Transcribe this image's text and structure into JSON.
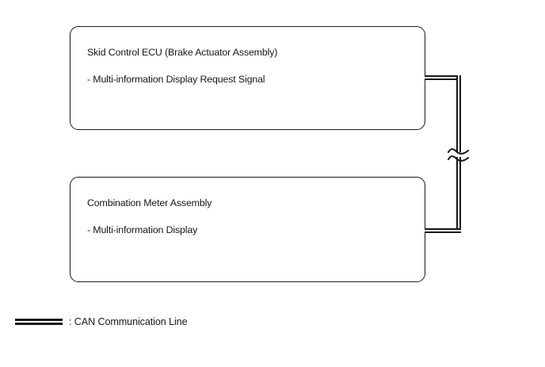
{
  "diagram": {
    "boxes": [
      {
        "id": "skid-control-ecu",
        "title": "Skid Control ECU (Brake Actuator Assembly)",
        "subtitle": "- Multi-information Display Request Signal"
      },
      {
        "id": "combination-meter",
        "title": "Combination Meter Assembly",
        "subtitle": "- Multi-information Display"
      }
    ],
    "connection": {
      "type": "can-bus",
      "style": "double-line",
      "break_symbol": "tilde",
      "from": "skid-control-ecu",
      "to": "combination-meter"
    },
    "legend": {
      "symbol": "can-line-swatch",
      "text": ": CAN Communication Line"
    },
    "colors": {
      "stroke": "#1a1a1a",
      "text": "#17171d",
      "background": "#ffffff"
    }
  }
}
